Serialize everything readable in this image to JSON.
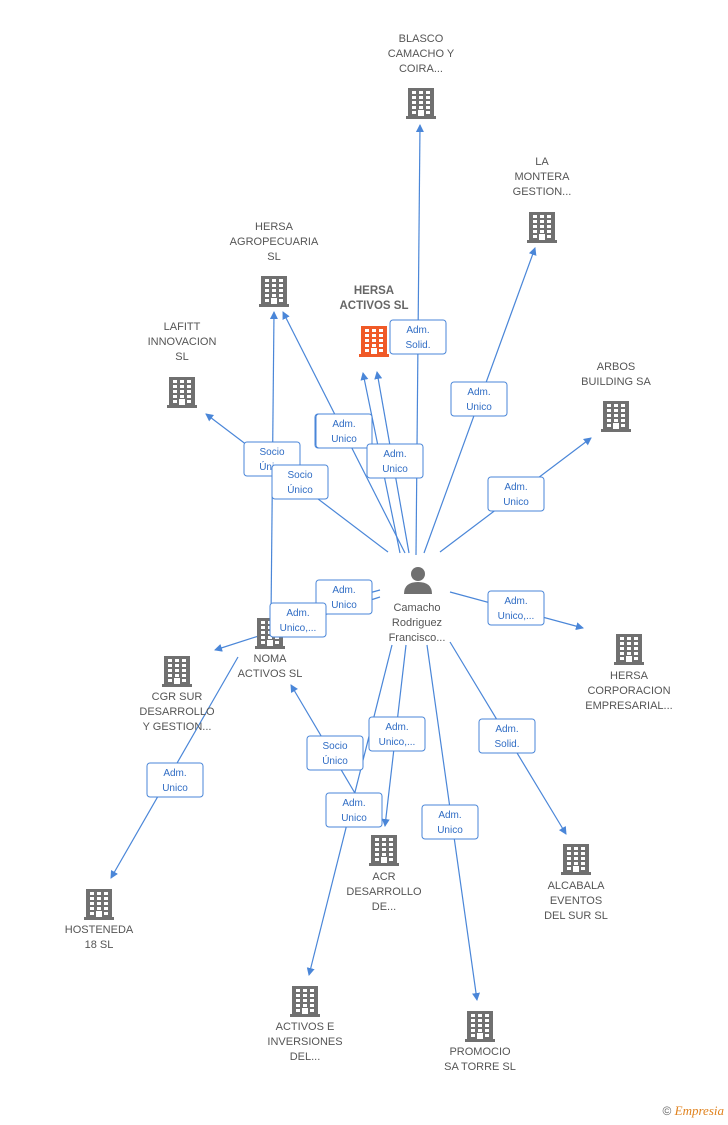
{
  "colors": {
    "edge": "#4a86d8",
    "building": "#707070",
    "focus_building": "#f05a28",
    "person": "#707070"
  },
  "person": {
    "lines": [
      "Camacho",
      "Rodriguez",
      "Francisco..."
    ],
    "icon": "person-icon"
  },
  "companies": [
    {
      "id": "blasco",
      "lines": [
        "BLASCO",
        "CAMACHO Y",
        "COIRA..."
      ]
    },
    {
      "id": "montera",
      "lines": [
        "LA",
        "MONTERA",
        "GESTION..."
      ]
    },
    {
      "id": "agropecuaria",
      "lines": [
        "HERSA",
        "AGROPECUARIA",
        "SL"
      ]
    },
    {
      "id": "activos",
      "lines": [
        "HERSA",
        "ACTIVOS  SL"
      ],
      "focus": true
    },
    {
      "id": "lafitt",
      "lines": [
        "LAFITT",
        "INNOVACION",
        "SL"
      ]
    },
    {
      "id": "arbos",
      "lines": [
        "ARBOS",
        "BUILDING SA"
      ]
    },
    {
      "id": "noma",
      "lines": [
        "NOMA",
        "ACTIVOS  SL"
      ]
    },
    {
      "id": "cgr",
      "lines": [
        "CGR SUR",
        "DESARROLLO",
        "Y GESTION..."
      ]
    },
    {
      "id": "corporacion",
      "lines": [
        "HERSA",
        "CORPORACION",
        "EMPRESARIAL..."
      ]
    },
    {
      "id": "acr",
      "lines": [
        "ACR",
        "DESARROLLO",
        "DE..."
      ]
    },
    {
      "id": "alcabala",
      "lines": [
        "ALCABALA",
        "EVENTOS",
        "DEL SUR SL"
      ]
    },
    {
      "id": "hosteneda",
      "lines": [
        "HOSTENEDA",
        "18  SL"
      ]
    },
    {
      "id": "activos_inv",
      "lines": [
        "ACTIVOS E",
        "INVERSIONES",
        "DEL..."
      ]
    },
    {
      "id": "promocio",
      "lines": [
        "PROMOCIO",
        "SA TORRE  SL"
      ]
    }
  ],
  "edges": [
    {
      "to": "blasco",
      "label": [
        "Adm.",
        "Solid."
      ]
    },
    {
      "to": "montera",
      "label": [
        "Adm.",
        "Unico"
      ]
    },
    {
      "to": "agropecuaria",
      "label": [
        "Adm.",
        "Unico"
      ]
    },
    {
      "to": "activos",
      "label": [
        "Adm.",
        "Unico"
      ]
    },
    {
      "to": "lafitt",
      "label": [
        "Socio",
        "Único"
      ]
    },
    {
      "to": "agropecuaria",
      "label": [
        "Adm.",
        "Unico"
      ]
    },
    {
      "to": "agropecuaria",
      "label": [
        "Socio",
        "Único"
      ]
    },
    {
      "to": "arbos",
      "label": [
        "Adm.",
        "Unico"
      ]
    },
    {
      "to": "noma",
      "label": [
        "Adm.",
        "Unico"
      ]
    },
    {
      "to": "cgr",
      "label": [
        "Adm.",
        "Unico,..."
      ]
    },
    {
      "to": "corporacion",
      "label": [
        "Adm.",
        "Unico,..."
      ]
    },
    {
      "to": "acr",
      "label": [
        "Adm.",
        "Unico,..."
      ]
    },
    {
      "to": "alcabala",
      "label": [
        "Adm.",
        "Solid."
      ]
    },
    {
      "to": "hosteneda",
      "label": [
        "Adm.",
        "Unico"
      ]
    },
    {
      "to": "noma",
      "label": [
        "Socio",
        "Único"
      ]
    },
    {
      "to": "activos_inv",
      "label": [
        "Adm.",
        "Unico"
      ]
    },
    {
      "to": "promocio",
      "label": [
        "Adm.",
        "Unico"
      ]
    }
  ],
  "watermark": {
    "symbol": "©",
    "brand": "Empresia"
  }
}
